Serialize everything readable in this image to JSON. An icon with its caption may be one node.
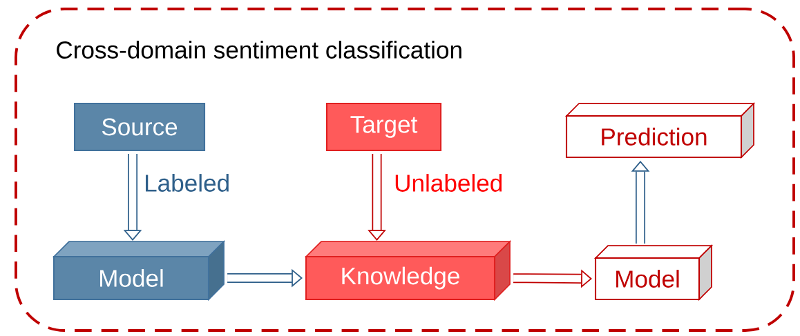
{
  "diagram": {
    "nodes": [
      {
        "text": [
          "Cross-domain sentiment classification"
        ]
      },
      {
        "text": [
          "Source"
        ],
        "in": 0
      },
      {
        "text": [
          "Target"
        ],
        "in": 0
      },
      {
        "text": [
          "Prediction"
        ],
        "in": 0
      },
      {
        "text": [
          "Model"
        ],
        "in": 0
      },
      {
        "text": [
          "Knowledge"
        ],
        "in": 0
      },
      {
        "text": [
          "Model"
        ],
        "in": 0
      }
    ],
    "edges": [
      {
        "from": 1,
        "to": 4,
        "arrow": "to",
        "label": "Labeled"
      },
      {
        "from": 2,
        "to": 5,
        "arrow": "to",
        "label": "Unlabeled",
        "color": "#c00000"
      },
      {
        "from": 4,
        "to": 5,
        "arrow": "to"
      },
      {
        "from": 5,
        "to": 6,
        "arrow": "to",
        "color": "#c00000"
      },
      {
        "from": 6,
        "to": 3,
        "arrow": "to"
      }
    ]
  }
}
